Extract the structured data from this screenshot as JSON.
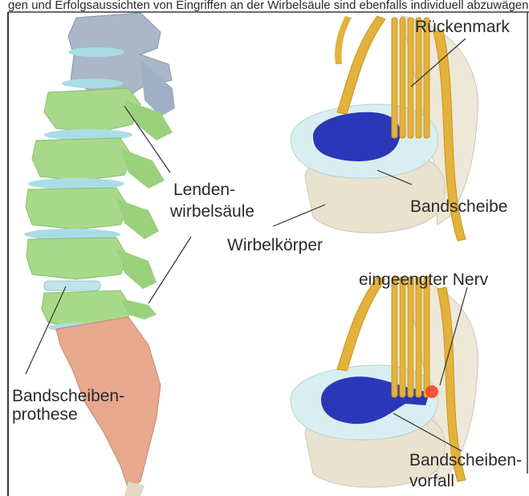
{
  "header": {
    "partial_text": "gen und Erfolgsaussichten von Eingriffen an der Wirbelsäule sind ebenfalls individuell abzuwägen."
  },
  "labels": {
    "lenden_line1": "Lenden-",
    "lenden_line2": "wirbelsäule",
    "prothese_line1": "Bandscheiben-",
    "prothese_line2": "prothese",
    "rueckenmark": "Rückenmark",
    "bandscheibe": "Bandscheibe",
    "wirbelkoerper": "Wirbelkörper",
    "nerv": "eingeengter Nerv",
    "vorfall_line1": "Bandscheiben-",
    "vorfall_line2": "vorfall"
  },
  "colors": {
    "lumbar_green": "#a8d98a",
    "thoracic_gray": "#a9b7c8",
    "disc_blue": "#a9dde6",
    "sacrum_pink": "#e7a88e",
    "nerve_yellow": "#e3b23c",
    "nucleus_blue": "#2a37b8",
    "bone_cream": "#eee8d8",
    "inflammation_red": "#ff3b1f"
  }
}
